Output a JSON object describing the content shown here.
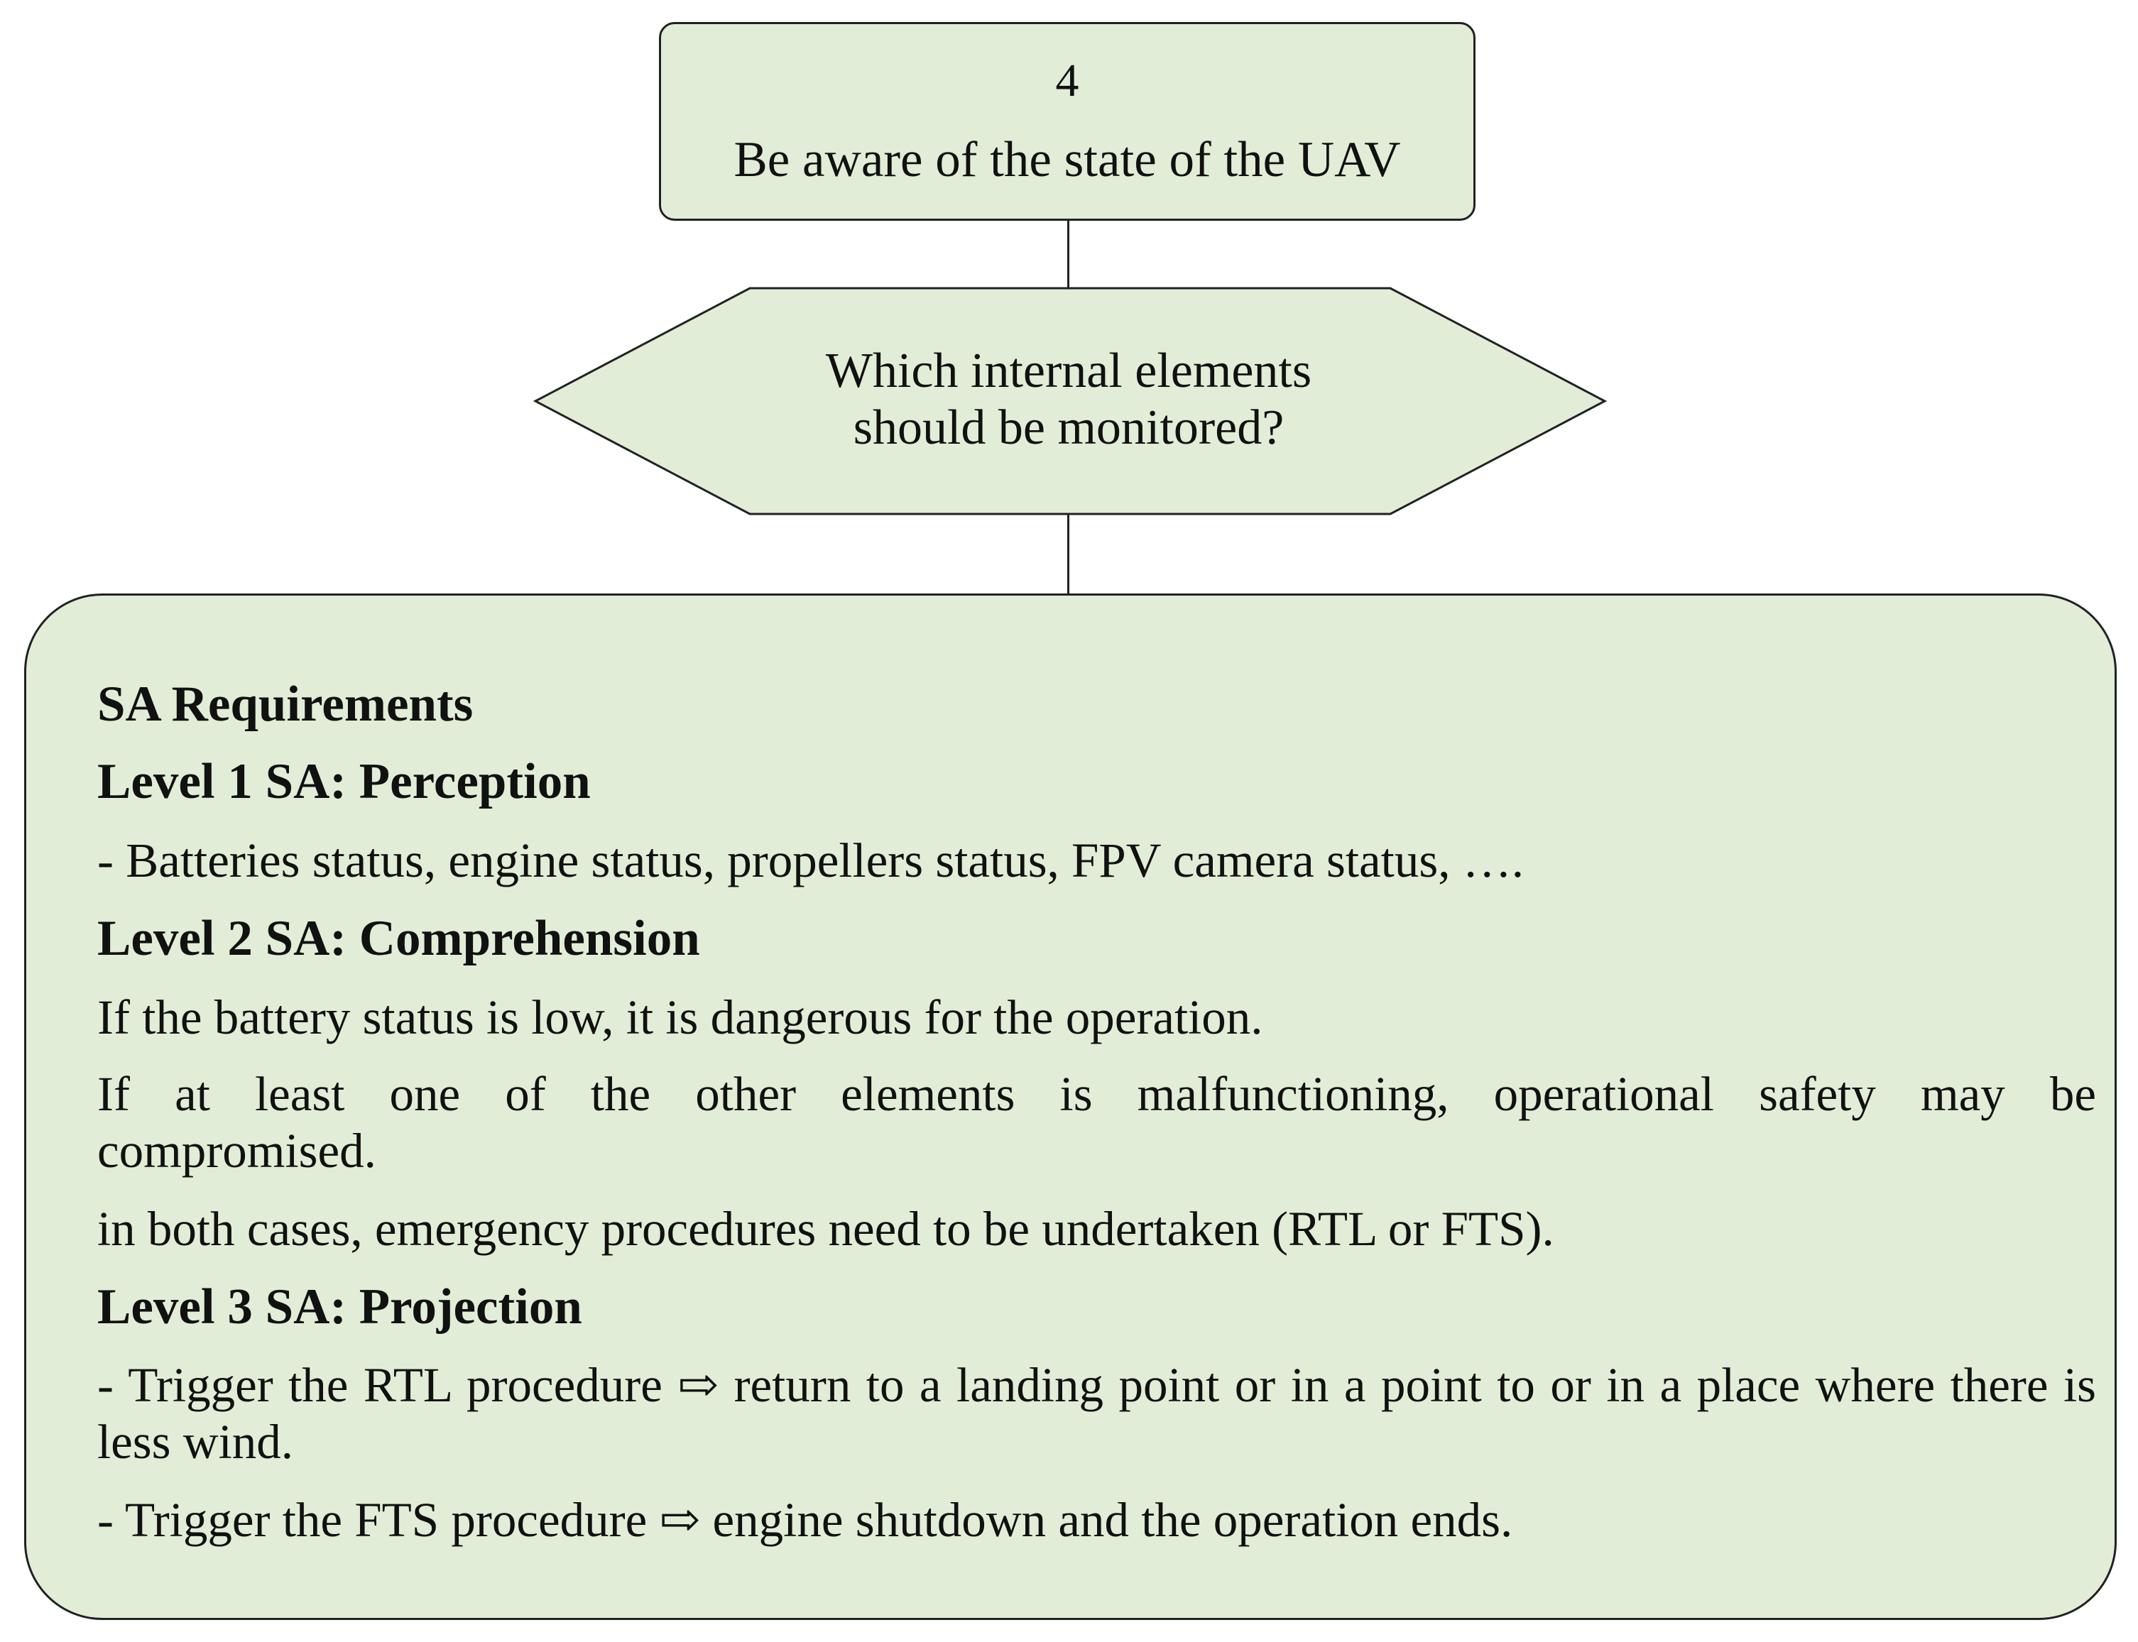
{
  "goal": {
    "number": "4",
    "text": "Be aware of the state of the UAV"
  },
  "question": {
    "line1": "Which internal elements",
    "line2": "should be monitored?"
  },
  "requirements": {
    "heading": "SA Requirements",
    "level1": {
      "title": "Level 1 SA: Perception",
      "items": [
        "- Batteries status, engine status, propellers status, FPV camera status, …."
      ]
    },
    "level2": {
      "title": "Level 2 SA: Comprehension",
      "items": [
        "If the battery status is low, it is dangerous for the operation.",
        "If at least one of the other elements is malfunctioning, operational safety may be compromised.",
        "in both cases, emergency procedures need to be undertaken (RTL or FTS)."
      ]
    },
    "level3": {
      "title": "Level 3 SA: Projection",
      "items": [
        "- Trigger the RTL procedure ⇨ return to a landing point or in a point to or in a place where there is less wind.",
        "- Trigger the FTS procedure ⇨ engine shutdown and the operation ends."
      ]
    }
  },
  "colors": {
    "fill": "#e2edd7",
    "stroke": "#222222"
  }
}
